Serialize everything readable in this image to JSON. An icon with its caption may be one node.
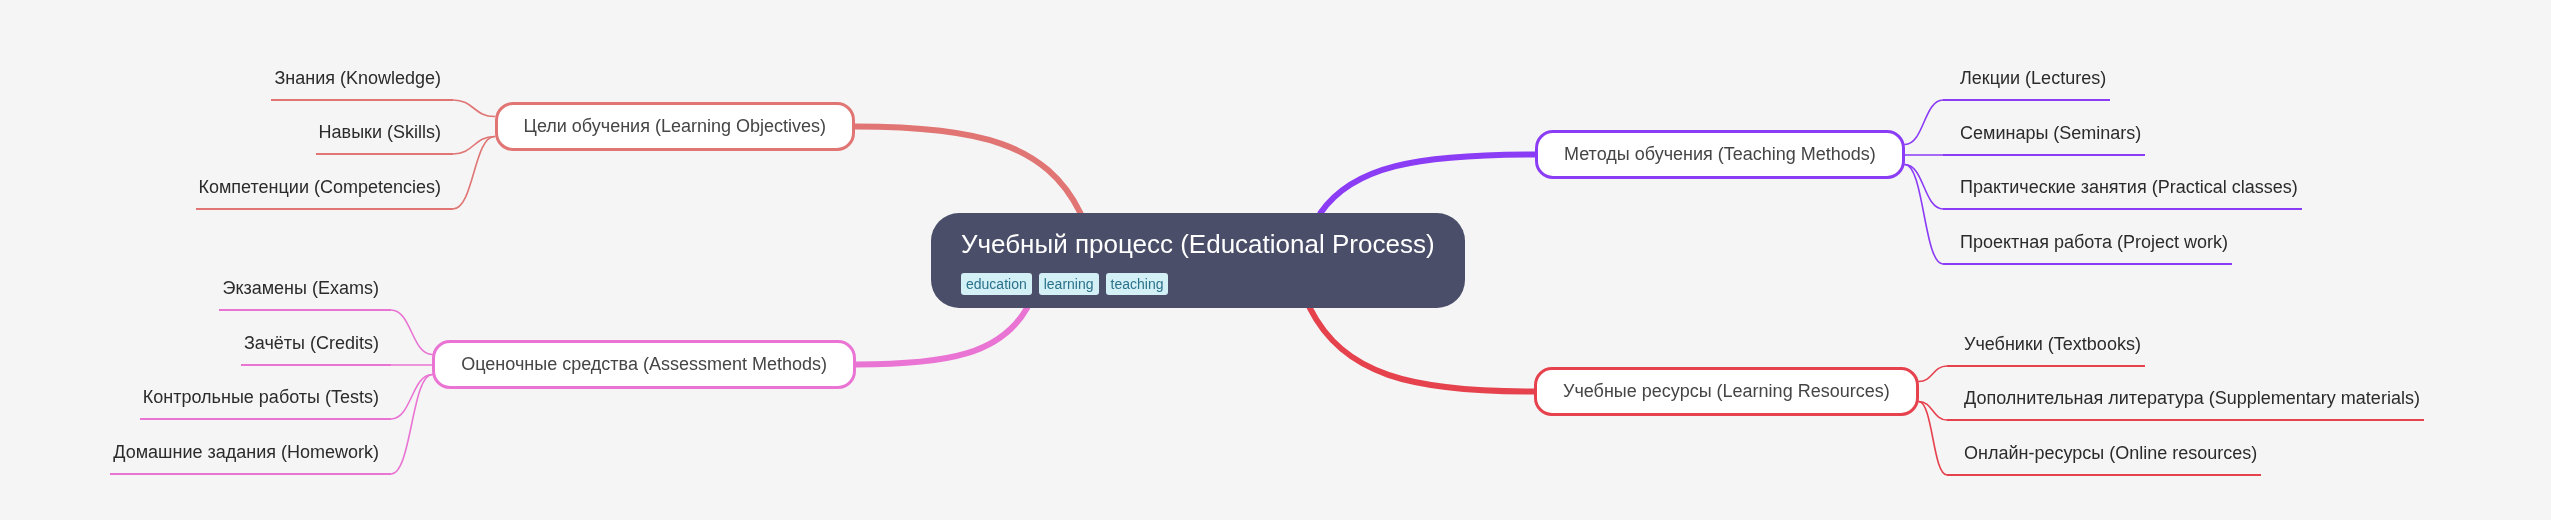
{
  "diagram": {
    "nodes": [
      {
        "text": [
          "Учебный процесс (Educational Process)",
          "education",
          "learning",
          "teaching"
        ]
      },
      {
        "text": [
          "Цели обучения (Learning Objectives)"
        ]
      },
      {
        "text": [
          "Знания (Knowledge)"
        ]
      },
      {
        "text": [
          "Навыки (Skills)"
        ]
      },
      {
        "text": [
          "Компетенции (Competencies)"
        ]
      },
      {
        "text": [
          "Оценочные средства (Assessment Methods)"
        ]
      },
      {
        "text": [
          "Экзамены (Exams)"
        ]
      },
      {
        "text": [
          "Зачёты (Credits)"
        ]
      },
      {
        "text": [
          "Контрольные работы (Tests)"
        ]
      },
      {
        "text": [
          "Домашние задания (Homework)"
        ]
      },
      {
        "text": [
          "Методы обучения (Teaching Methods)"
        ]
      },
      {
        "text": [
          "Лекции (Lectures)"
        ]
      },
      {
        "text": [
          "Семинары (Seminars)"
        ]
      },
      {
        "text": [
          "Практические занятия (Practical classes)"
        ]
      },
      {
        "text": [
          "Проектная работа (Project work)"
        ]
      },
      {
        "text": [
          "Учебные ресурсы (Learning Resources)"
        ]
      },
      {
        "text": [
          "Учебники (Textbooks)"
        ]
      },
      {
        "text": [
          "Дополнительная литература (Supplementary materials)"
        ]
      },
      {
        "text": [
          "Онлайн-ресурсы (Online resources)"
        ]
      }
    ],
    "edges": [
      {
        "from": 0,
        "to": 1,
        "arrow": "none",
        "style": "thick",
        "color": "#e07574"
      },
      {
        "from": 1,
        "to": 2,
        "arrow": "none",
        "color": "#e07574"
      },
      {
        "from": 1,
        "to": 3,
        "arrow": "none",
        "color": "#e07574"
      },
      {
        "from": 1,
        "to": 4,
        "arrow": "none",
        "color": "#e07574"
      },
      {
        "from": 0,
        "to": 5,
        "arrow": "none",
        "style": "thick",
        "color": "#ea74d3"
      },
      {
        "from": 5,
        "to": 6,
        "arrow": "none",
        "color": "#ea74d3"
      },
      {
        "from": 5,
        "to": 7,
        "arrow": "none",
        "color": "#ea74d3"
      },
      {
        "from": 5,
        "to": 8,
        "arrow": "none",
        "color": "#ea74d3"
      },
      {
        "from": 5,
        "to": 9,
        "arrow": "none",
        "color": "#ea74d3"
      },
      {
        "from": 0,
        "to": 10,
        "arrow": "none",
        "style": "thick",
        "color": "#8b3cf5"
      },
      {
        "from": 10,
        "to": 11,
        "arrow": "none",
        "color": "#8b3cf5"
      },
      {
        "from": 10,
        "to": 12,
        "arrow": "none",
        "color": "#8b3cf5"
      },
      {
        "from": 10,
        "to": 13,
        "arrow": "none",
        "color": "#8b3cf5"
      },
      {
        "from": 10,
        "to": 14,
        "arrow": "none",
        "color": "#8b3cf5"
      },
      {
        "from": 0,
        "to": 15,
        "arrow": "none",
        "style": "thick",
        "color": "#e6424e"
      },
      {
        "from": 15,
        "to": 16,
        "arrow": "none",
        "color": "#e6424e"
      },
      {
        "from": 15,
        "to": 17,
        "arrow": "none",
        "color": "#e6424e"
      },
      {
        "from": 15,
        "to": 18,
        "arrow": "none",
        "color": "#e6424e"
      }
    ]
  }
}
